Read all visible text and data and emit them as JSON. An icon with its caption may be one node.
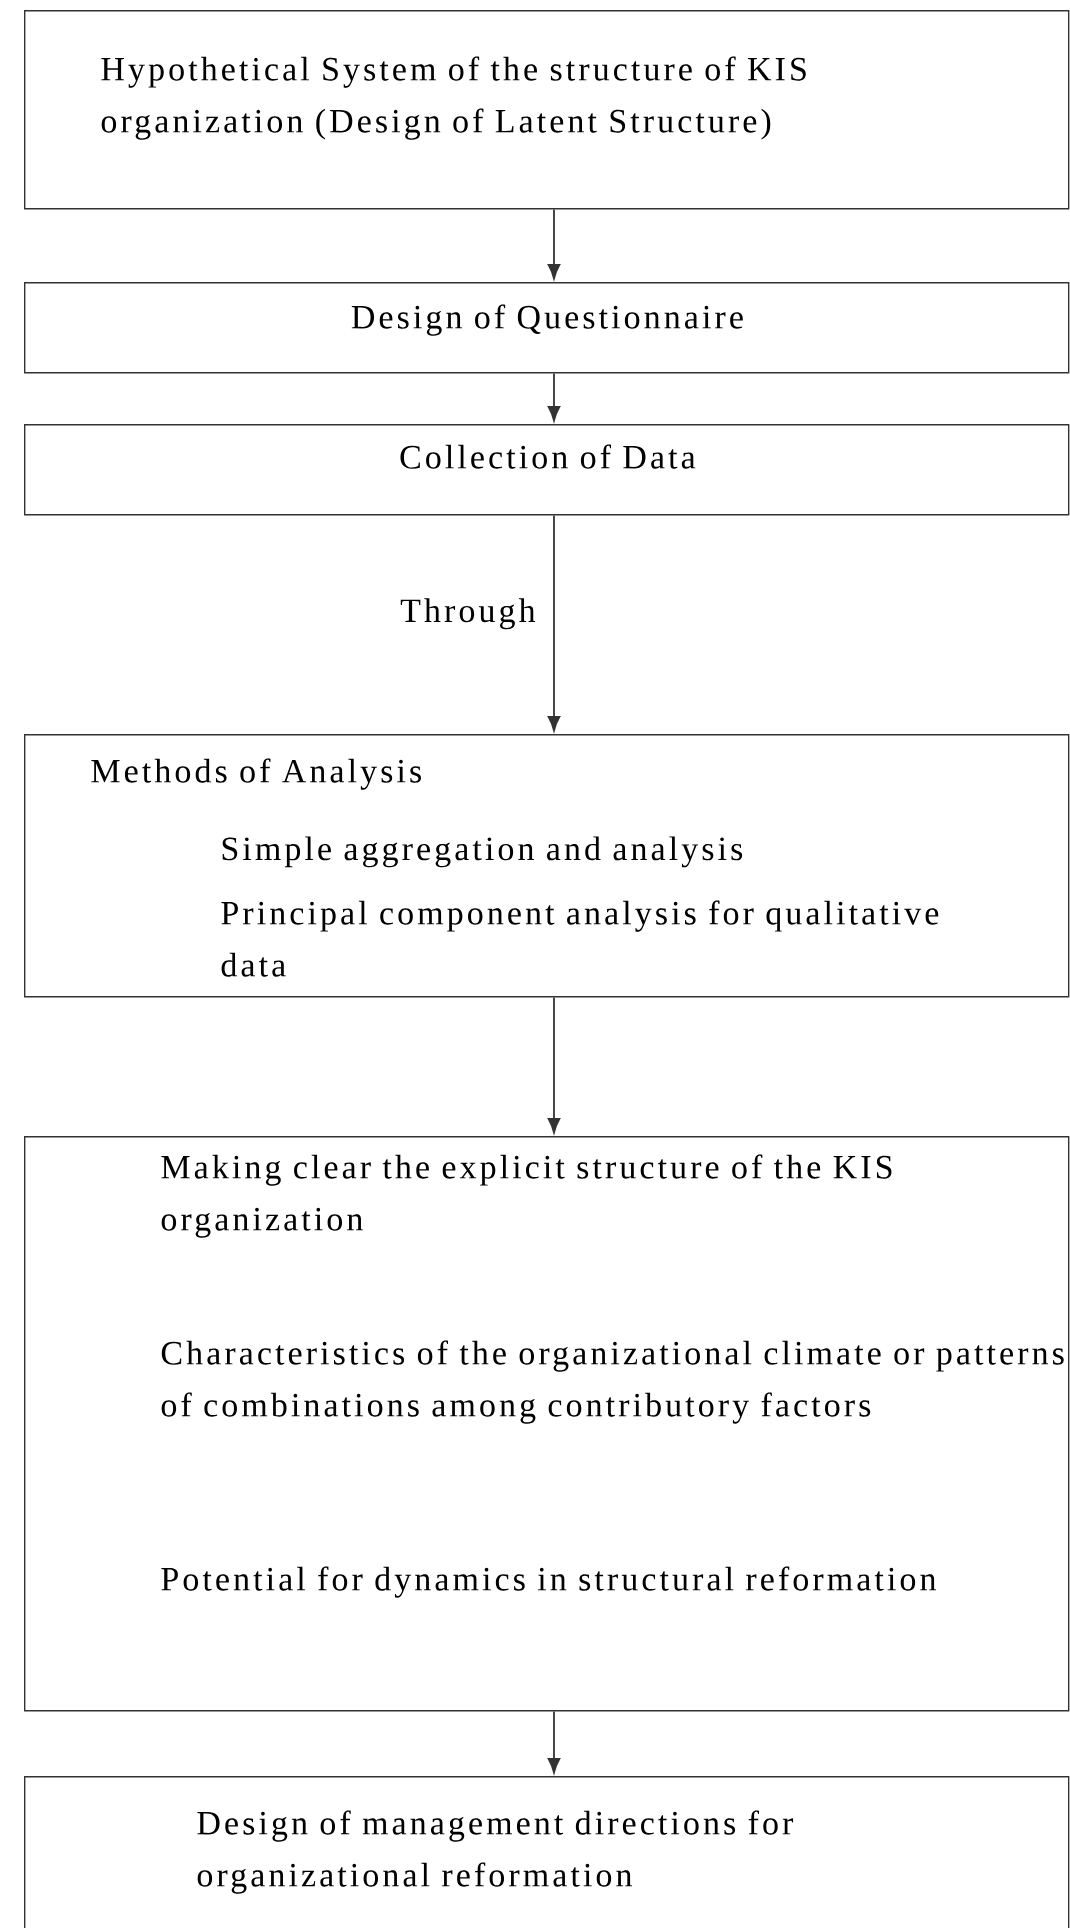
{
  "diagram": {
    "nodes": [
      {
        "text": [
          "Hypothetical System of the structure of KIS organization (Design of Latent Structure)"
        ]
      },
      {
        "text": [
          "Design of Questionnaire"
        ]
      },
      {
        "text": [
          "Collection of Data"
        ]
      },
      {
        "text": [
          "Methods of Analysis",
          "Simple aggregation and analysis",
          "Principal component analysis for qualitative data"
        ]
      },
      {
        "text": [
          "Making clear the explicit structure of the KIS organization",
          "Characteristics of the organizational climate or patterns of combinations among contributory factors",
          "Potential for dynamics in structural reformation"
        ]
      },
      {
        "text": [
          "Design of management directions for organizational reformation"
        ]
      }
    ],
    "edges": [
      {
        "from": 0,
        "to": 1,
        "arrow": "to"
      },
      {
        "from": 1,
        "to": 2,
        "arrow": "to"
      },
      {
        "from": 2,
        "to": 3,
        "arrow": "to",
        "label": "Through"
      },
      {
        "from": 3,
        "to": 4,
        "arrow": "to"
      },
      {
        "from": 4,
        "to": 5,
        "arrow": "to"
      }
    ]
  }
}
